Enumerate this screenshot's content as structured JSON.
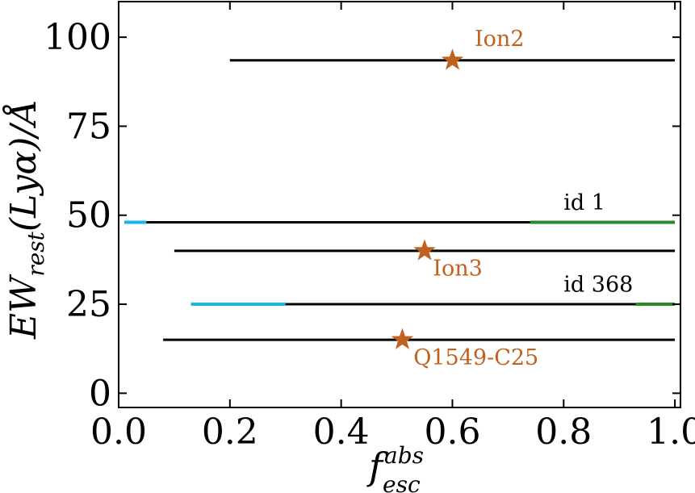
{
  "chart_data": {
    "type": "line",
    "xlabel": {
      "base": "f",
      "sup": "abs",
      "sub": "esc"
    },
    "ylabel": {
      "main": "EW",
      "sub": "rest",
      "tail": "(Lyα)/Å"
    },
    "xlim": [
      0.0,
      1.01
    ],
    "ylim": [
      -4,
      110
    ],
    "xticks": [
      0.0,
      0.2,
      0.4,
      0.6,
      0.8,
      1.0
    ],
    "xtick_labels": [
      "0.0",
      "0.2",
      "0.4",
      "0.6",
      "0.8",
      "1.0"
    ],
    "yticks": [
      0,
      25,
      50,
      75,
      100
    ],
    "ytick_labels": [
      "0",
      "25",
      "50",
      "75",
      "100"
    ],
    "grid": false,
    "colors": {
      "black": "#000000",
      "cyan": "#16b6ec",
      "green": "#2a8a2a",
      "orange": "#c0621e"
    },
    "ranges": [
      {
        "y": 93.5,
        "segments": [
          {
            "x0": 0.2,
            "x1": 1.0,
            "color": "#000000"
          }
        ],
        "star_x": 0.6,
        "label": "Ion2",
        "label_x": 0.64,
        "label_y": 97.5,
        "label_color": "#c0621e"
      },
      {
        "y": 48,
        "segments": [
          {
            "x0": 0.01,
            "x1": 0.05,
            "color": "#16b6ec"
          },
          {
            "x0": 0.05,
            "x1": 0.74,
            "color": "#000000"
          },
          {
            "x0": 0.74,
            "x1": 1.0,
            "color": "#2a8a2a"
          }
        ],
        "label": "id 1",
        "label_x": 0.8,
        "label_y": 51.5,
        "label_color": "#000000"
      },
      {
        "y": 40,
        "segments": [
          {
            "x0": 0.1,
            "x1": 1.0,
            "color": "#000000"
          }
        ],
        "star_x": 0.55,
        "label": "Ion3",
        "label_x": 0.565,
        "label_y": 33,
        "label_color": "#c0621e"
      },
      {
        "y": 25,
        "segments": [
          {
            "x0": 0.13,
            "x1": 0.3,
            "color": "#16b6ec"
          },
          {
            "x0": 0.3,
            "x1": 0.93,
            "color": "#000000"
          },
          {
            "x0": 0.93,
            "x1": 1.0,
            "color": "#2a8a2a"
          }
        ],
        "label": "id 368",
        "label_x": 0.8,
        "label_y": 28.5,
        "label_color": "#000000"
      },
      {
        "y": 15,
        "segments": [
          {
            "x0": 0.08,
            "x1": 1.0,
            "color": "#000000"
          }
        ],
        "star_x": 0.51,
        "label": "Q1549-C25",
        "label_x": 0.53,
        "label_y": 8,
        "label_color": "#c0621e"
      }
    ]
  }
}
